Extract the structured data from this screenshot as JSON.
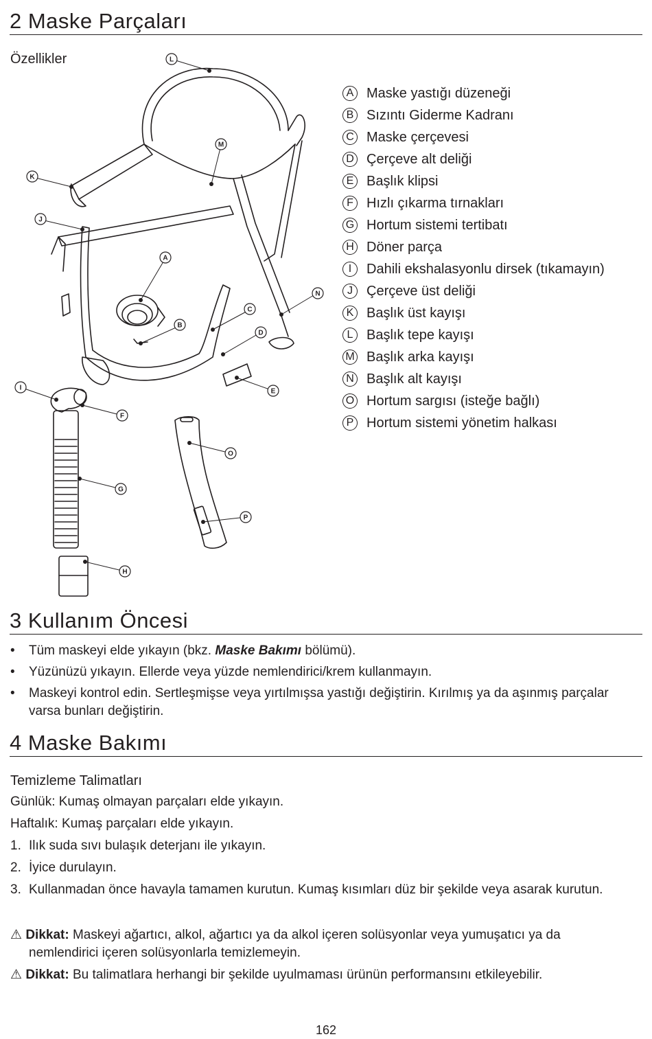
{
  "section2": {
    "heading": "2 Maske Parçaları",
    "subheading": "Özellikler",
    "legend": [
      {
        "letter": "A",
        "text": "Maske yastığı düzeneği"
      },
      {
        "letter": "B",
        "text": "Sızıntı Giderme Kadranı"
      },
      {
        "letter": "C",
        "text": "Maske çerçevesi"
      },
      {
        "letter": "D",
        "text": "Çerçeve alt deliği"
      },
      {
        "letter": "E",
        "text": "Başlık klipsi"
      },
      {
        "letter": "F",
        "text": "Hızlı çıkarma tırnakları"
      },
      {
        "letter": "G",
        "text": "Hortum sistemi tertibatı"
      },
      {
        "letter": "H",
        "text": "Döner parça"
      },
      {
        "letter": "I",
        "text": "Dahili ekshalasyonlu dirsek (tıkamayın)"
      },
      {
        "letter": "J",
        "text": "Çerçeve üst deliği"
      },
      {
        "letter": "K",
        "text": "Başlık üst kayışı"
      },
      {
        "letter": "L",
        "text": "Başlık tepe kayışı"
      },
      {
        "letter": "M",
        "text": "Başlık arka kayışı"
      },
      {
        "letter": "N",
        "text": "Başlık alt kayışı"
      },
      {
        "letter": "O",
        "text": "Hortum sargısı (isteğe bağlı)"
      },
      {
        "letter": "P",
        "text": "Hortum sistemi yönetim halkası"
      }
    ]
  },
  "section3": {
    "heading": "3 Kullanım Öncesi",
    "bullets": [
      {
        "pre": "Tüm maskeyi elde yıkayın (bkz. ",
        "emph": "Maske Bakımı",
        "post": " bölümü)."
      },
      {
        "pre": "Yüzünüzü yıkayın. Ellerde veya yüzde nemlendirici/krem kullanmayın.",
        "emph": "",
        "post": ""
      },
      {
        "pre": "Maskeyi kontrol edin. Sertleşmişse veya yırtılmışsa yastığı değiştirin. Kırılmış ya da aşınmış parçalar varsa bunları değiştirin.",
        "emph": "",
        "post": ""
      }
    ]
  },
  "section4": {
    "heading": "4 Maske Bakımı",
    "subheading": "Temizleme Talimatları",
    "daily": "Günlük: Kumaş olmayan parçaları elde yıkayın.",
    "weekly": "Haftalık: Kumaş parçaları elde yıkayın.",
    "steps": [
      {
        "num": "1.",
        "text": "Ilık suda sıvı bulaşık deterjanı ile yıkayın."
      },
      {
        "num": "2.",
        "text": "İyice durulayın."
      },
      {
        "num": "3.",
        "text": "Kullanmadan önce havayla tamamen kurutun. Kumaş kısımları düz bir şekilde veya asarak kurutun."
      }
    ],
    "warnings": [
      {
        "label": "Dikkat:",
        "line1": " Maskeyi ağartıcı, alkol, ağartıcı ya da alkol içeren solüsyonlar veya yumuşatıcı ya da",
        "line2": "nemlendirici içeren solüsyonlarla temizlemeyin."
      },
      {
        "label": "Dikkat:",
        "line1": " Bu talimatlara herhangi bir şekilde uyulmaması ürünün performansını etkileyebilir.",
        "line2": ""
      }
    ]
  },
  "page_number": "162"
}
